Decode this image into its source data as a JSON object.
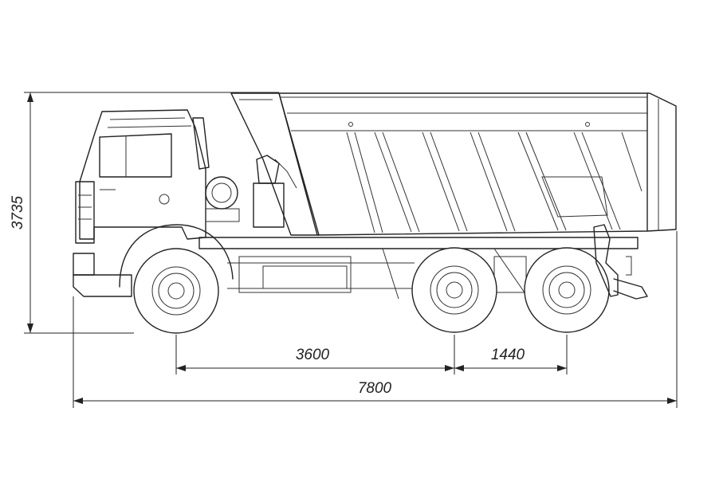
{
  "diagram": {
    "dimensions": {
      "height": "3735",
      "wheelbase_front_rear": "3600",
      "rear_axle_spacing": "1440",
      "overall_length": "7800"
    }
  }
}
